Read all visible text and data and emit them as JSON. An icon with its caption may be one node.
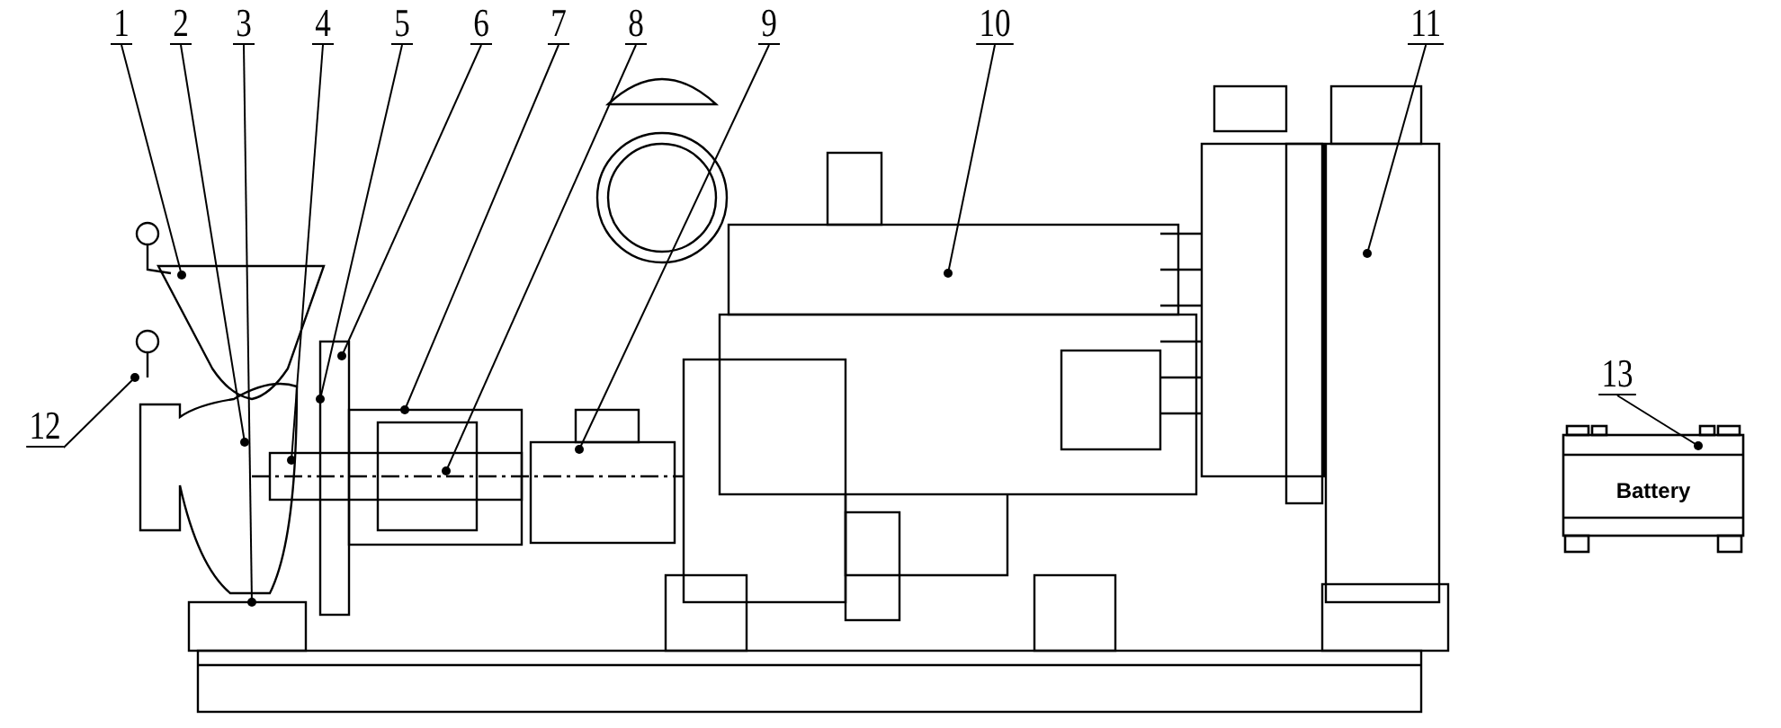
{
  "diagram": {
    "nodes": [
      {
        "text": [
          "1"
        ]
      },
      {
        "text": [
          "2"
        ]
      },
      {
        "text": [
          "3"
        ]
      },
      {
        "text": [
          "4"
        ]
      },
      {
        "text": [
          "5"
        ]
      },
      {
        "text": [
          "6"
        ]
      },
      {
        "text": [
          "7"
        ]
      },
      {
        "text": [
          "8"
        ]
      },
      {
        "text": [
          "9"
        ]
      },
      {
        "text": [
          "10"
        ]
      },
      {
        "text": [
          "11"
        ]
      },
      {
        "text": [
          "12"
        ]
      },
      {
        "text": [
          "13"
        ]
      },
      {
        "text": [
          "Battery"
        ]
      }
    ],
    "edges": [
      {
        "from": 0,
        "to": null,
        "arrow": "other"
      },
      {
        "from": 1,
        "to": null,
        "arrow": "other"
      },
      {
        "from": 2,
        "to": null,
        "arrow": "other"
      },
      {
        "from": 3,
        "to": null,
        "arrow": "other"
      },
      {
        "from": 4,
        "to": null,
        "arrow": "other"
      },
      {
        "from": 5,
        "to": null,
        "arrow": "other"
      },
      {
        "from": 6,
        "to": null,
        "arrow": "other"
      },
      {
        "from": 7,
        "to": null,
        "arrow": "other"
      },
      {
        "from": 8,
        "to": null,
        "arrow": "other"
      },
      {
        "from": 9,
        "to": null,
        "arrow": "other"
      },
      {
        "from": 10,
        "to": null,
        "arrow": "other"
      },
      {
        "from": 11,
        "to": null,
        "arrow": "other"
      },
      {
        "from": 12,
        "to": 13,
        "arrow": "other"
      }
    ]
  }
}
